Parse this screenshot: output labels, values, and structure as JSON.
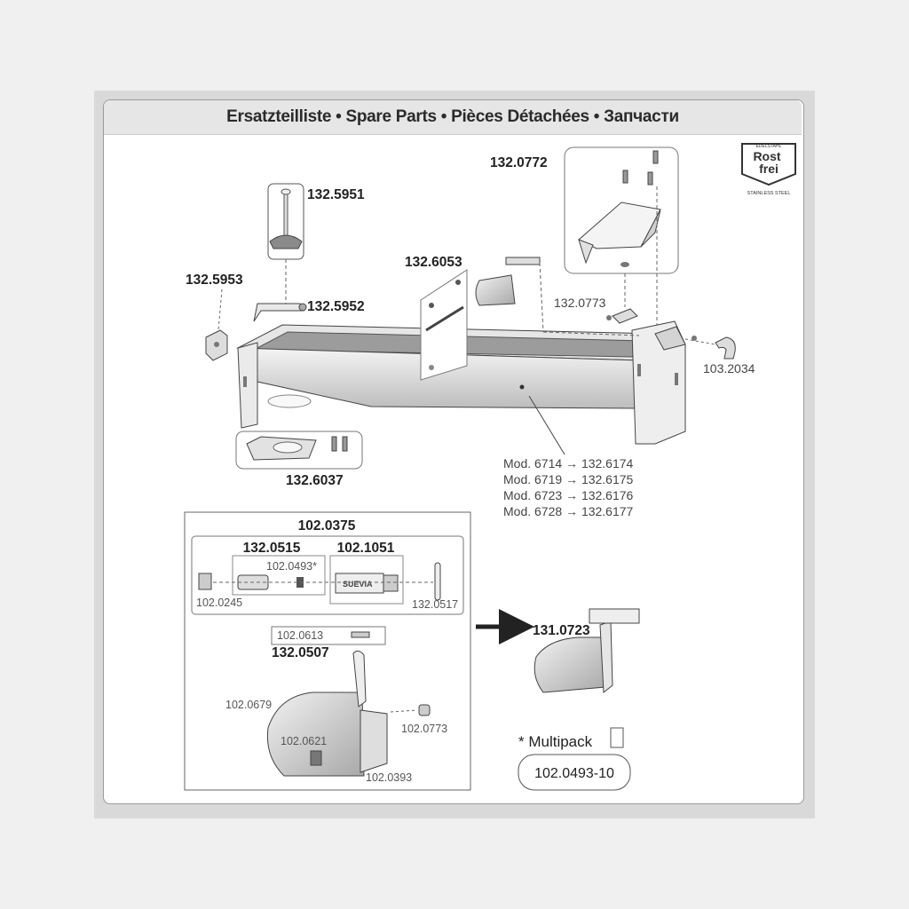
{
  "title": "Ersatzteilliste • Spare Parts • Pièces Détachées • Запчасти",
  "logo": {
    "top": "EDELSTAHL",
    "line1": "Rost",
    "line2": "frei",
    "bottom": "STAINLESS STEEL"
  },
  "parts": {
    "p1325951": "132.5951",
    "p1325953": "132.5953",
    "p1325952": "132.5952",
    "p1326053": "132.6053",
    "p1320772": "132.0772",
    "p1320773": "132.0773",
    "p1032034": "103.2034",
    "p1326037": "132.6037",
    "p1020375": "102.0375",
    "p1320515": "132.0515",
    "p1021051": "102.1051",
    "p1020493": "102.0493*",
    "p1020245": "102.0245",
    "p1320517": "132.0517",
    "p1020613": "102.0613",
    "p1320507": "132.0507",
    "p1020679": "102.0679",
    "p1020621": "102.0621",
    "p1020773": "102.0773",
    "p1020393": "102.0393",
    "p1310723": "131.0723"
  },
  "models": [
    "Mod. 6714 → 132.6174",
    "Mod. 6719 → 132.6175",
    "Mod. 6723 → 132.6176",
    "Mod. 6728 → 132.6177"
  ],
  "valve_brand": "SUEVIA",
  "multipack": {
    "label": "* Multipack",
    "code": "102.0493-10"
  }
}
